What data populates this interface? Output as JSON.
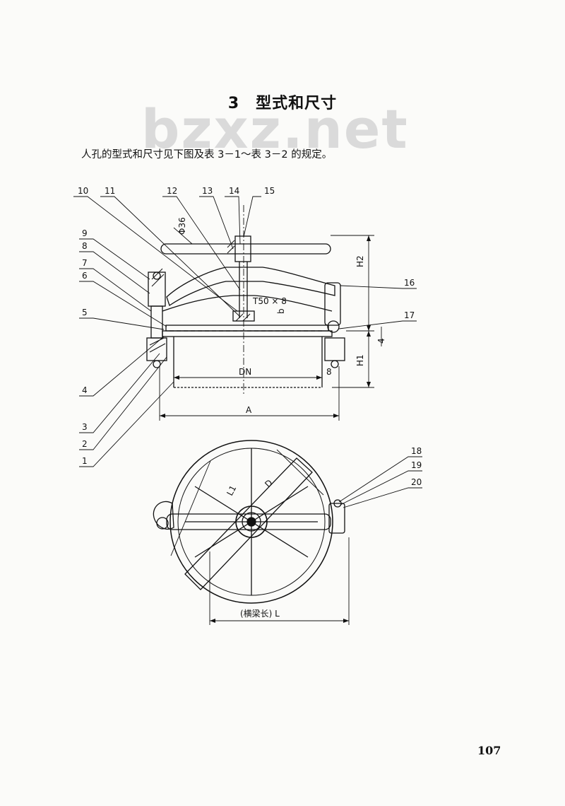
{
  "section_heading": "3　型式和尺寸",
  "watermark": "bzxz.net",
  "intro_text": "人孔的型式和尺寸见下图及表 3－1～表 3－2 的规定。",
  "callouts": {
    "n1": "1",
    "n2": "2",
    "n3": "3",
    "n4": "4",
    "n5": "5",
    "n6": "6",
    "n7": "7",
    "n8": "8",
    "n9": "9",
    "n10": "10",
    "n11": "11",
    "n12": "12",
    "n13": "13",
    "n14": "14",
    "n15": "15",
    "n16": "16",
    "n17": "17",
    "n18": "18",
    "n19": "19",
    "n20": "20"
  },
  "dimensions": {
    "phi36": "Φ36",
    "thread": "T50 × 8",
    "b": "b",
    "dn": "DN",
    "a": "A",
    "h1": "H1",
    "h2": "H2",
    "d": "D",
    "l1": "L1",
    "gap4": "4",
    "gap8": "8",
    "beam_length": "(横梁长) L"
  },
  "page_number": "107"
}
